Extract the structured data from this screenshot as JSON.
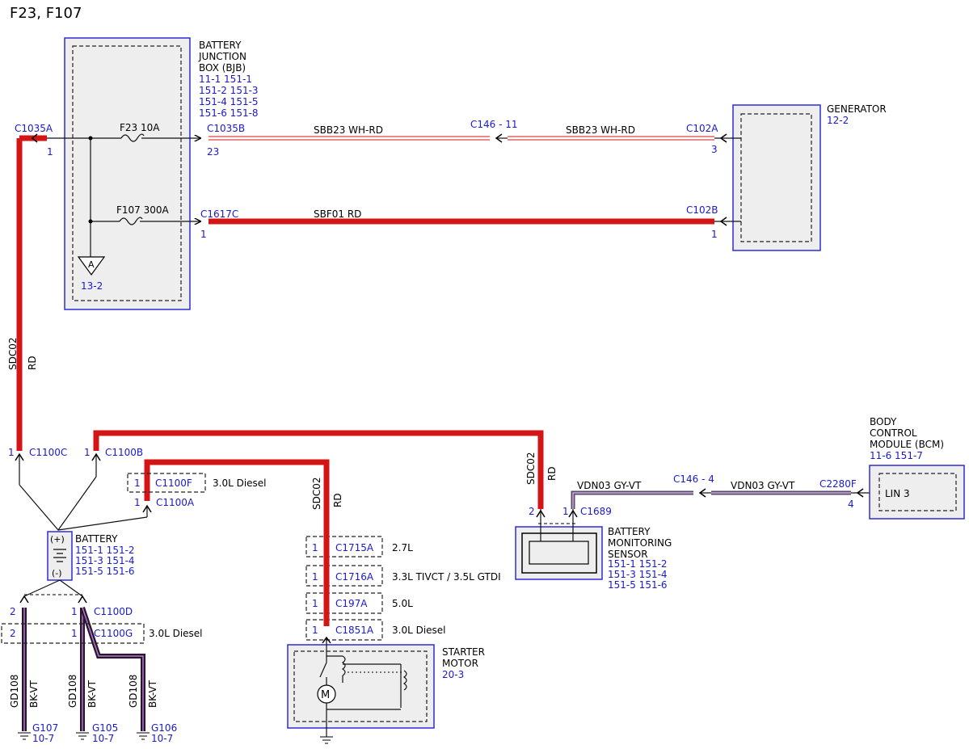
{
  "page_title": "F23, F107",
  "bjb": {
    "name_lines": [
      "BATTERY",
      "JUNCTION",
      "BOX (BJB)"
    ],
    "refs": [
      "11-1  151-1",
      "151-2 151-3",
      "151-4 151-5",
      "151-6 151-8"
    ],
    "fuse1": "F23  10A",
    "fuse2": "F107   300A",
    "ground_letter": "A",
    "ground_ref": "13-2"
  },
  "generator": {
    "name": "GENERATOR",
    "ref": "12-2"
  },
  "bcm": {
    "name_lines": [
      "BODY",
      "CONTROL",
      "MODULE (BCM)"
    ],
    "ref": "11-6  151-7",
    "pin_label": "LIN 3"
  },
  "battery": {
    "name": "BATTERY",
    "refs": [
      "151-1 151-2",
      "151-3 151-4",
      "151-5 151-6"
    ],
    "plus": "(+)",
    "minus": "(-)"
  },
  "bms": {
    "name_lines": [
      "BATTERY",
      "MONITORING",
      "SENSOR"
    ],
    "refs": [
      "151-1 151-2",
      "151-3 151-4",
      "151-5 151-6"
    ]
  },
  "starter": {
    "name_lines": [
      "STARTER",
      "MOTOR"
    ],
    "ref": "20-3",
    "motor_letter": "M"
  },
  "connectors": {
    "c1035a": "C1035A",
    "c1035a_pin": "1",
    "c1035b": "C1035B",
    "c1035b_pin": "23",
    "c146_11": "C146 -  11",
    "c102a": "C102A",
    "c102a_pin": "3",
    "c1617c": "C1617C",
    "c1617c_pin": "1",
    "c102b": "C102B",
    "c102b_pin": "1",
    "c1100c": "C1100C",
    "c1100c_pin": "1",
    "c1100b": "C1100B",
    "c1100b_pin": "1",
    "c1100f": "C1100F",
    "c1100f_pin": "1",
    "c1100f_note": "3.0L Diesel",
    "c1100a": "C1100A",
    "c1100a_pin": "1",
    "c1100d": "C1100D",
    "c1100d_pin1": "1",
    "c1100d_pin2": "2",
    "c1100g": "C1100G",
    "c1100g_pin1": "1",
    "c1100g_pin2": "2",
    "c1100g_note": "3.0L Diesel",
    "c1689": "C1689",
    "c1689_pin1": "1",
    "c1689_pin2": "2",
    "c146_4": "C146 -  4",
    "c2280f": "C2280F",
    "c2280f_pin": "4",
    "c1715a": "C1715A",
    "c1715a_pin": "1",
    "c1715a_note": "2.7L",
    "c1716a": "C1716A",
    "c1716a_pin": "1",
    "c1716a_note": "3.3L TIVCT / 3.5L GTDI",
    "c197a": "C197A",
    "c197a_pin": "1",
    "c197a_note": "5.0L",
    "c1851a": "C1851A",
    "c1851a_pin": "1",
    "c1851a_note": "3.0L Diesel"
  },
  "wires": {
    "sbb23_left": "SBB23   WH-RD",
    "sbb23_right": "SBB23   WH-RD",
    "sbf01": "SBF01   RD",
    "sdc02_a": "SDC02",
    "rd_a": "RD",
    "sdc02_b": "SDC02",
    "rd_b": "RD",
    "sdc02_c": "SDC02",
    "rd_c": "RD",
    "vdn03_left": "VDN03  GY-VT",
    "vdn03_right": "VDN03   GY-VT",
    "gd108_1": "GD108",
    "bkvt_1": "BK-VT",
    "gd108_2": "GD108",
    "bkvt_2": "BK-VT",
    "gd108_3": "GD108",
    "bkvt_3": "BK-VT"
  },
  "grounds": {
    "g107": "G107",
    "g107_ref": "10-7",
    "g105": "G105",
    "g105_ref": "10-7",
    "g106": "G106",
    "g106_ref": "10-7"
  },
  "colors": {
    "rd": "#d41515",
    "box_border": "#2b2bd6",
    "label_blue": "#1a1acc"
  }
}
